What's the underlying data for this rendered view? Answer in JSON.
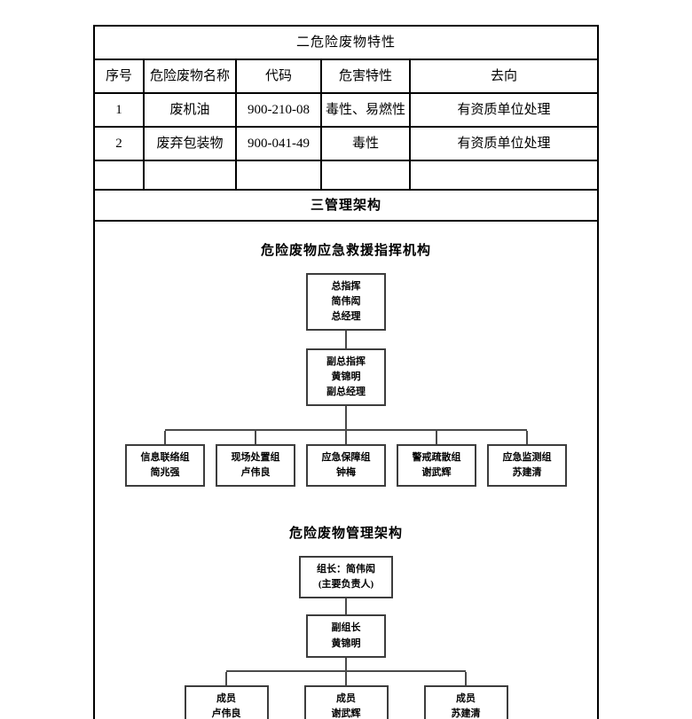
{
  "table": {
    "title": "二危险废物特性",
    "columns": [
      "序号",
      "危险废物名称",
      "代码",
      "危害特性",
      "去向"
    ],
    "rows": [
      [
        "1",
        "废机油",
        "900-210-08",
        "毒性、易燃性",
        "有资质单位处理"
      ],
      [
        "2",
        "废弃包装物",
        "900-041-49",
        "毒性",
        "有资质单位处理"
      ],
      [
        "",
        "",
        "",
        "",
        ""
      ]
    ]
  },
  "section": {
    "title": "三管理架构"
  },
  "charts": {
    "emergency": {
      "title": "危险废物应急救援指挥机构",
      "commander": [
        "总指挥",
        "简伟闳",
        "总经理"
      ],
      "deputy": [
        "副总指挥",
        "黄锦明",
        "副总经理"
      ],
      "groups": [
        [
          "信息联络组",
          "简兆强"
        ],
        [
          "现场处置组",
          "卢伟良"
        ],
        [
          "应急保障组",
          "钟梅"
        ],
        [
          "警戒疏散组",
          "谢武辉"
        ],
        [
          "应急监测组",
          "苏建清"
        ]
      ]
    },
    "management": {
      "title": "危险废物管理架构",
      "leader": [
        "组长：简伟闳",
        "(主要负责人)"
      ],
      "deputy": [
        "副组长",
        "黄锦明"
      ],
      "members": [
        [
          "成员",
          "卢伟良"
        ],
        [
          "成员",
          "谢武辉"
        ],
        [
          "成员",
          "苏建清"
        ]
      ]
    }
  }
}
